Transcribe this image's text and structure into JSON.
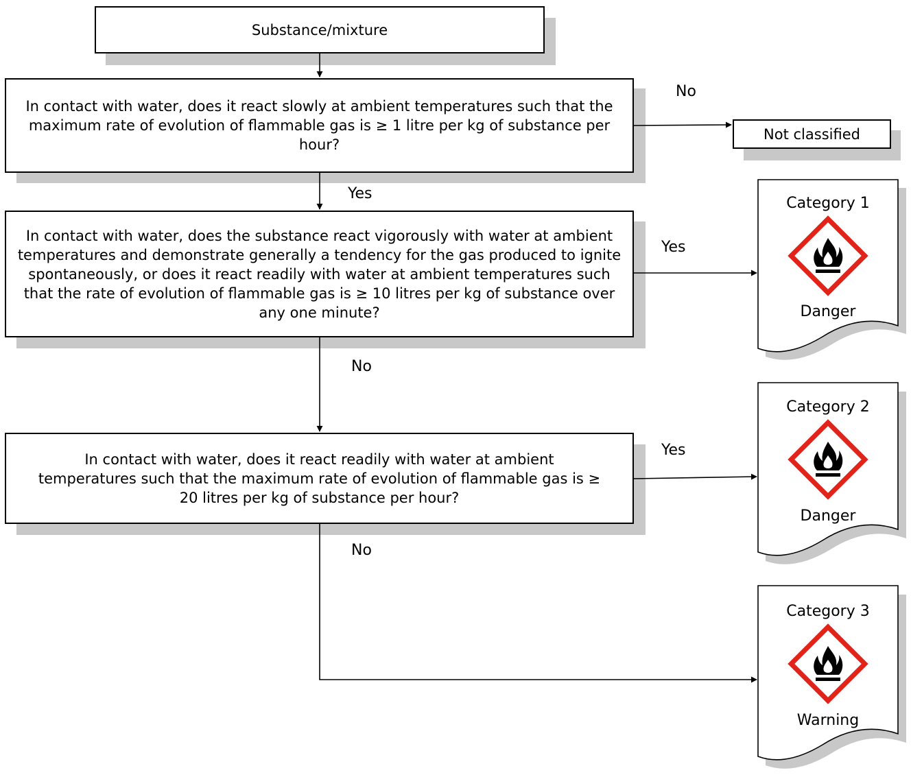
{
  "start": {
    "label": "Substance/mixture"
  },
  "questions": [
    {
      "text": "In contact with water, does it react slowly at ambient temperatures such that the maximum rate of evolution of flammable gas is ≥ 1 litre per kg of substance per hour?"
    },
    {
      "text": "In contact with water, does the substance react vigorously with water at ambient temperatures and demonstrate generally a tendency for the gas produced to ignite spontaneously, or does it react readily with water at ambient temperatures such that the rate of evolution of flammable gas is ≥ 10 litres per kg of substance over any one minute?"
    },
    {
      "text": "In contact with water, does it react readily with water at ambient temperatures such that the maximum rate of evolution of flammable gas is ≥ 20 litres per kg of substance per hour?"
    }
  ],
  "not_classified": {
    "label": "Not classified"
  },
  "edge_labels": {
    "q1_no": "No",
    "q1_yes": "Yes",
    "q2_yes": "Yes",
    "q2_no": "No",
    "q3_yes": "Yes",
    "q3_no": "No"
  },
  "outcomes": [
    {
      "category": "Category 1",
      "signal_word": "Danger",
      "pictogram": "flame-icon"
    },
    {
      "category": "Category 2",
      "signal_word": "Danger",
      "pictogram": "flame-icon"
    },
    {
      "category": "Category 3",
      "signal_word": "Warning",
      "pictogram": "flame-icon"
    }
  ],
  "colors": {
    "pictogram_border": "#e2231a",
    "shadow": "#c8c8c8"
  }
}
